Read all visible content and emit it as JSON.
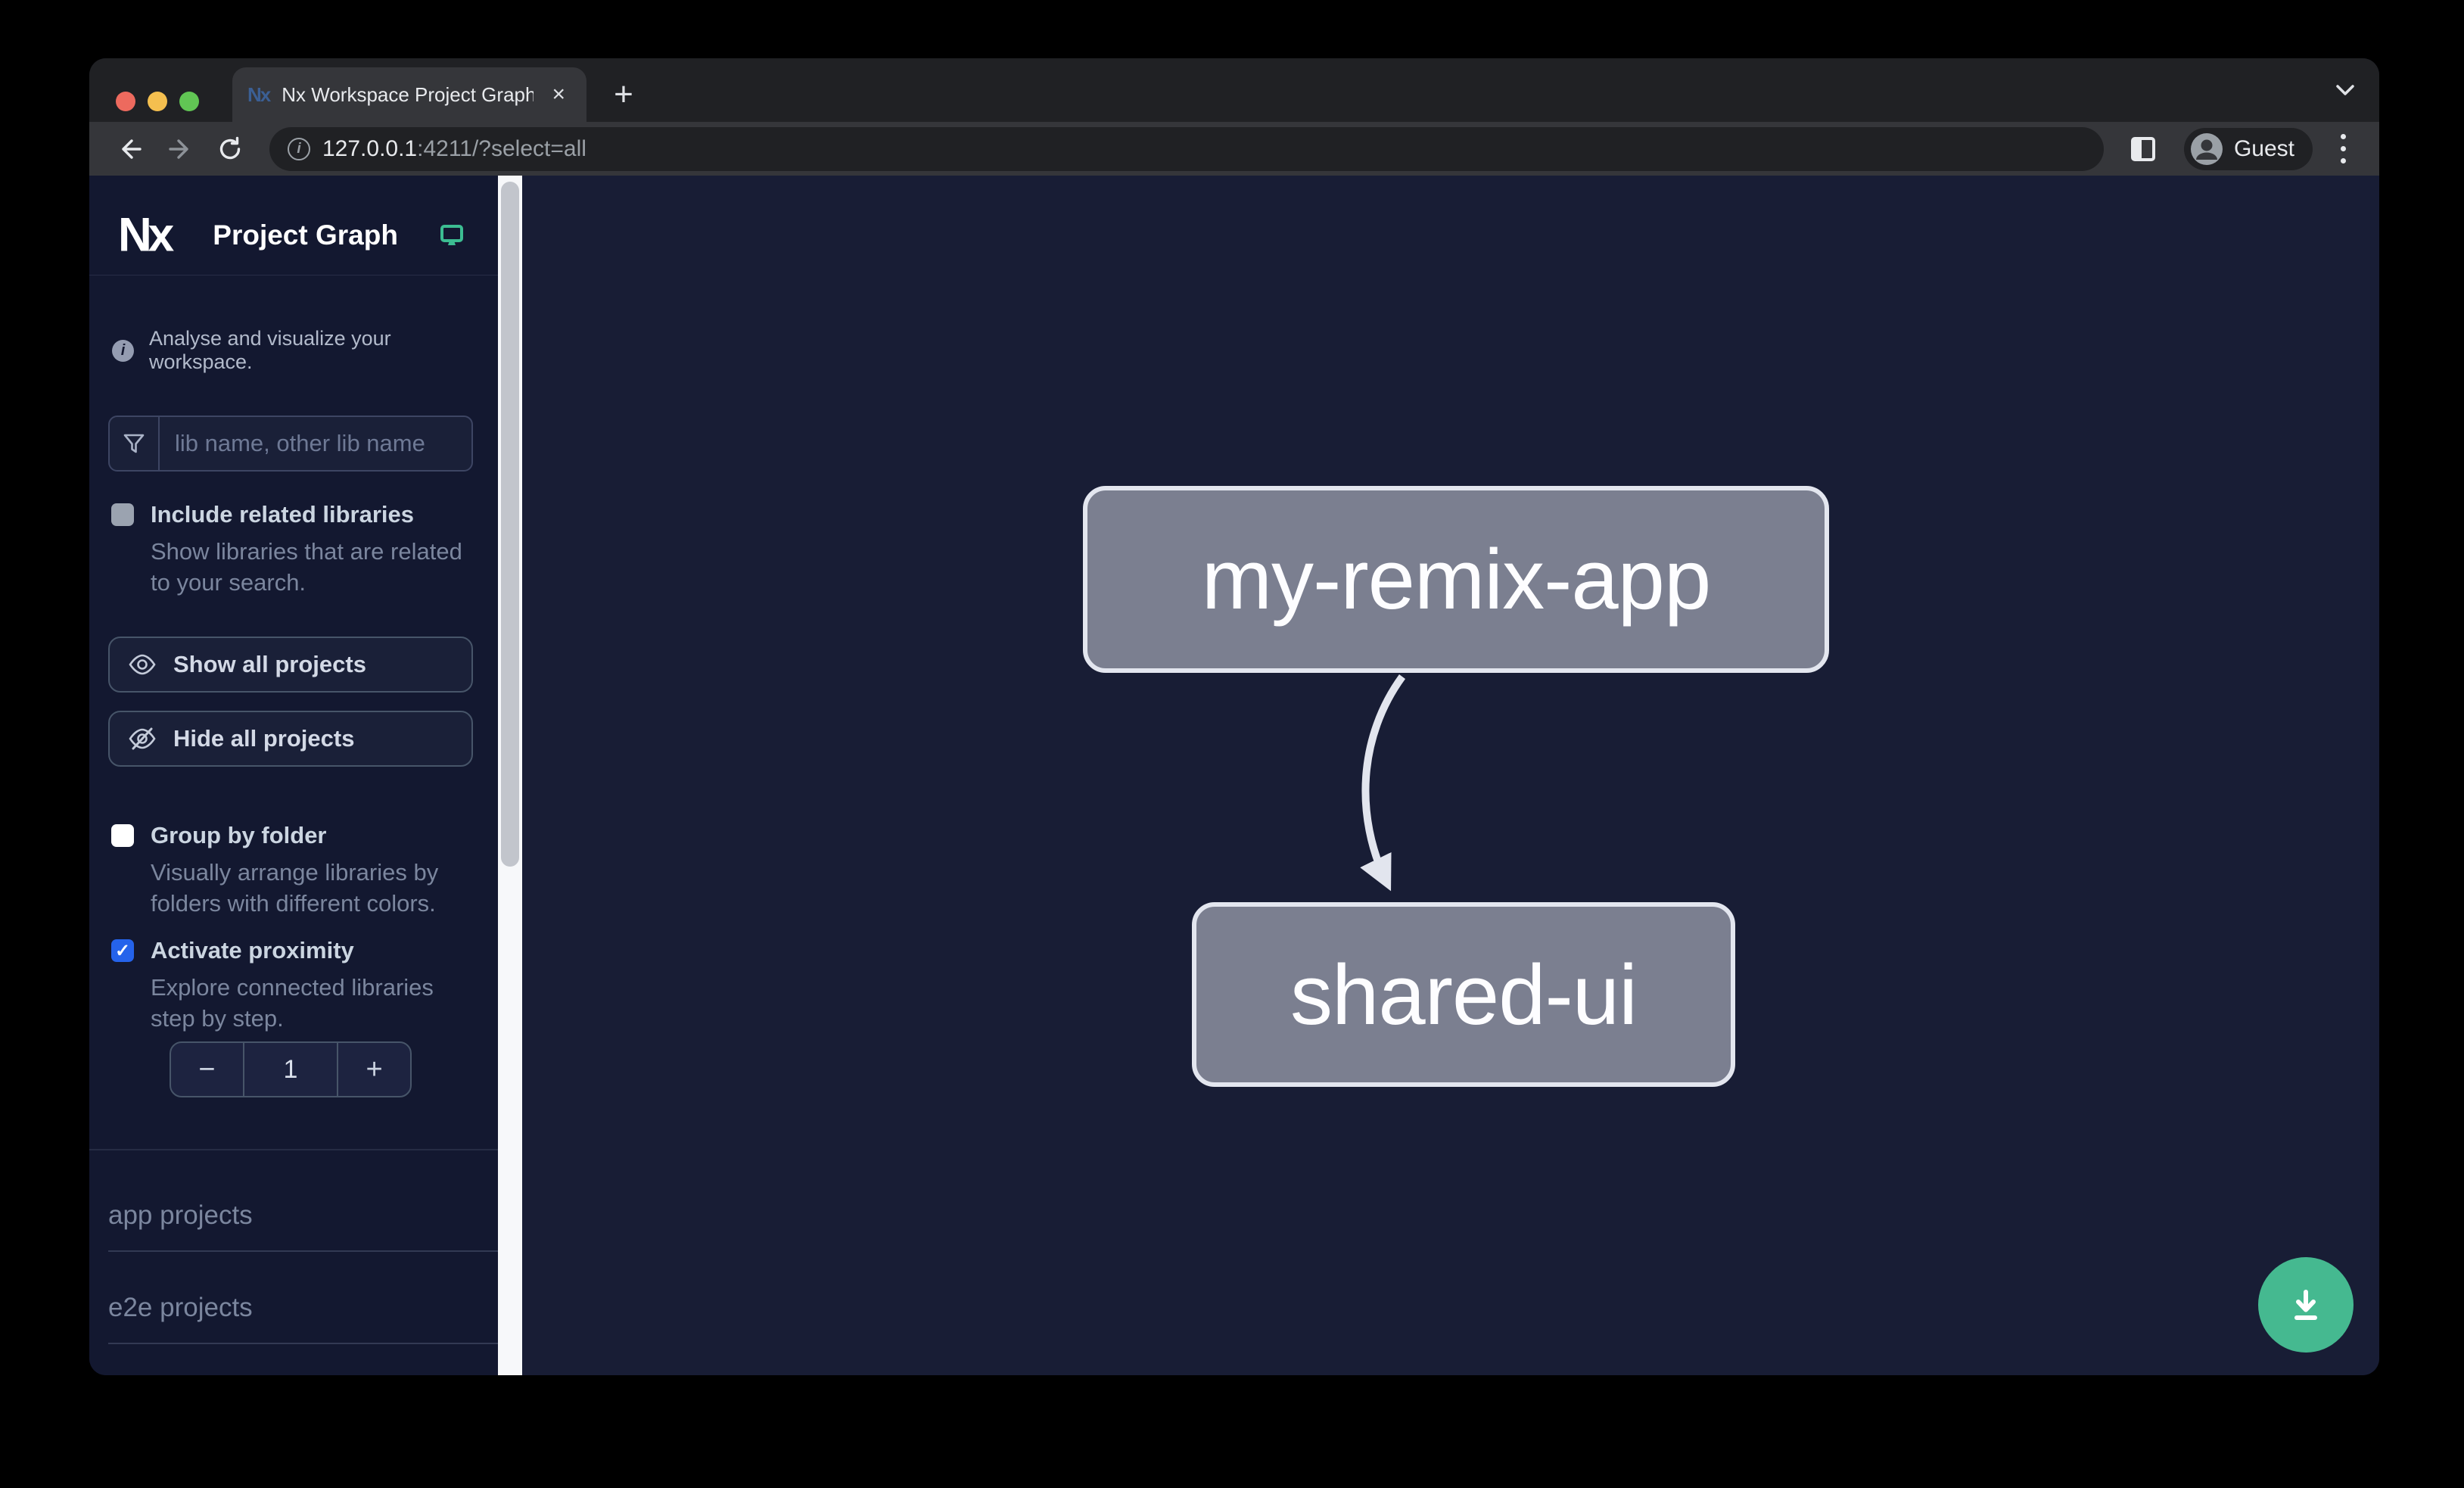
{
  "browser": {
    "tab": {
      "favicon": "Nx",
      "title": "Nx Workspace Project Graph",
      "close_glyph": "×"
    },
    "new_tab_glyph": "+",
    "url": {
      "host": "127.0.0.1",
      "rest": ":4211/?select=all",
      "info_glyph": "i"
    },
    "profile": {
      "label": "Guest"
    }
  },
  "sidebar": {
    "brand": "Nx",
    "app_title": "Project Graph",
    "tagline": "Analyse and visualize your workspace.",
    "info_glyph": "i",
    "search_placeholder": "lib name, other lib name",
    "options": [
      {
        "label": "Include related libraries",
        "description": "Show libraries that are related to your search.",
        "checked": false
      },
      {
        "label": "Group by folder",
        "description": "Visually arrange libraries by folders with different colors.",
        "checked": false
      },
      {
        "label": "Activate proximity",
        "description": "Explore connected libraries step by step.",
        "checked": true
      }
    ],
    "check_glyph": "✓",
    "buttons": {
      "show_all": "Show all projects",
      "hide_all": "Hide all projects"
    },
    "stepper": {
      "decrement": "−",
      "value": "1",
      "increment": "+"
    },
    "sections": [
      {
        "label": "app projects"
      },
      {
        "label": "e2e projects"
      }
    ]
  },
  "graph": {
    "nodes": [
      {
        "id": "my-remix-app"
      },
      {
        "id": "shared-ui"
      }
    ],
    "edges": [
      {
        "from": "my-remix-app",
        "to": "shared-ui"
      }
    ]
  },
  "colors": {
    "accent_green": "#45b990",
    "icon_green": "#3cbd92",
    "checkbox_blue": "#2563eb",
    "sidebar_bg": "#131830",
    "graph_bg": "#181d35",
    "node_fill": "#7b7f90",
    "node_border": "#e3e6ef"
  }
}
